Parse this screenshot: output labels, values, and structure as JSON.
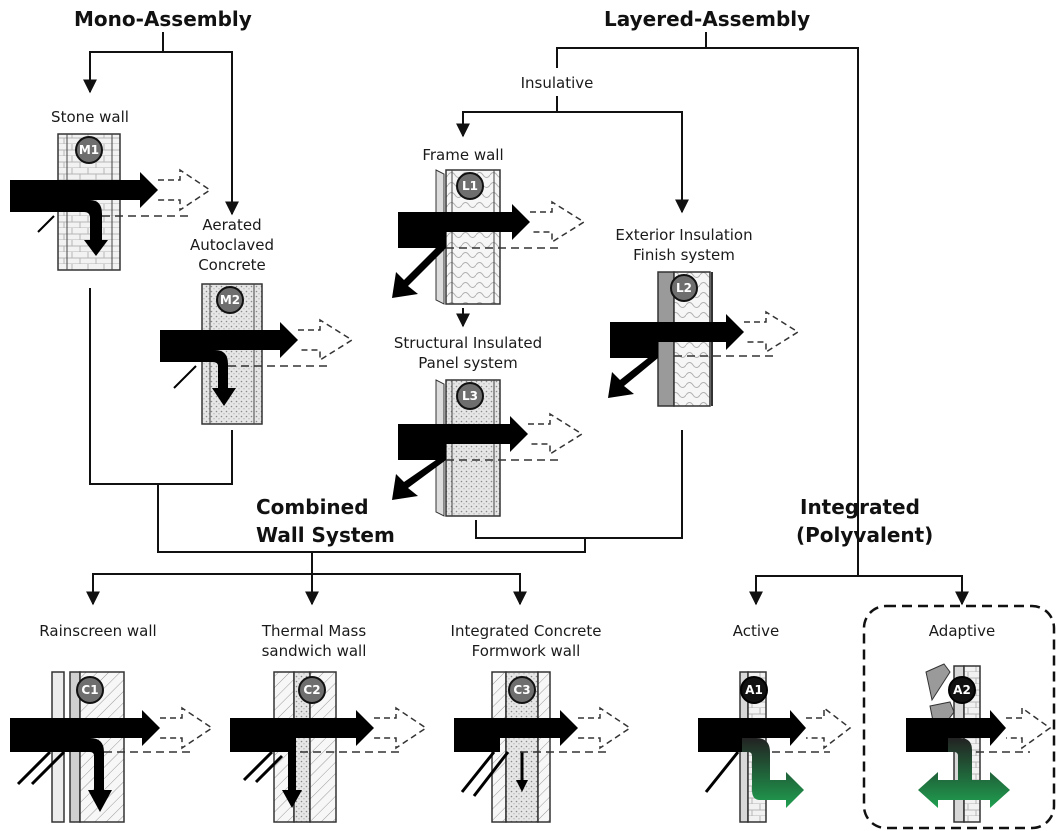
{
  "headings": {
    "mono": "Mono-Assembly",
    "layered": "Layered-Assembly",
    "combined_1": "Combined",
    "combined_2": "Wall System",
    "integrated_1": "Integrated",
    "integrated_2": "(Polyvalent)"
  },
  "labels": {
    "insulative": "Insulative",
    "stone_wall": "Stone wall",
    "aac_1": "Aerated",
    "aac_2": "Autoclaved",
    "aac_3": "Concrete",
    "frame_wall": "Frame wall",
    "eifs_1": "Exterior Insulation",
    "eifs_2": "Finish system",
    "sip_1": "Structural Insulated",
    "sip_2": "Panel system",
    "rainscreen": "Rainscreen wall",
    "thermal_1": "Thermal Mass",
    "thermal_2": "sandwich wall",
    "icf_1": "Integrated Concrete",
    "icf_2": "Formwork wall",
    "active": "Active",
    "adaptive": "Adaptive"
  },
  "badges": {
    "m1": "M1",
    "m2": "M2",
    "l1": "L1",
    "l2": "L2",
    "l3": "L3",
    "c1": "C1",
    "c2": "C2",
    "c3": "C3",
    "a1": "A1",
    "a2": "A2"
  },
  "colors": {
    "line": "#111111",
    "badge_gray": "#6e6e6e",
    "badge_black": "#111111",
    "green": "#1fa050",
    "wall_light": "#f4f4f4",
    "hatch": "#9a9a9a"
  }
}
